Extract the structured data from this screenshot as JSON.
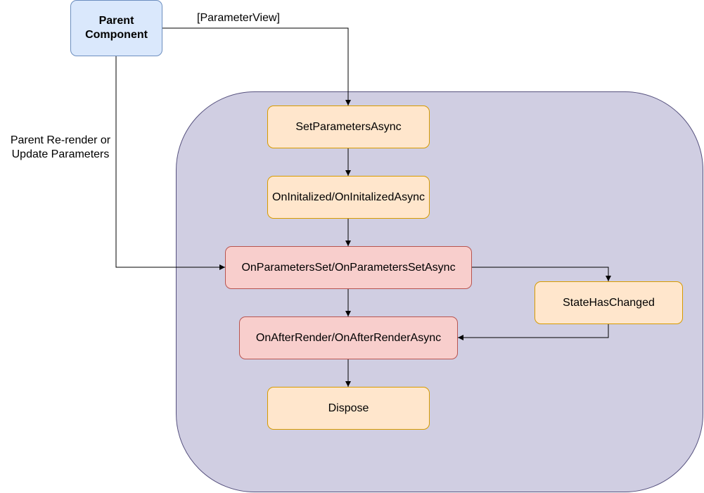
{
  "nodes": {
    "parent_component": "Parent\nComponent",
    "set_parameters": "SetParametersAsync",
    "on_initialized": "OnInitalized/OnInitalizedAsync",
    "on_parameters_set": "OnParametersSet/OnParametersSetAsync",
    "state_has_changed": "StateHasChanged",
    "on_after_render": "OnAfterRender/OnAfterRenderAsync",
    "dispose": "Dispose"
  },
  "edge_labels": {
    "parameter_view": "[ParameterView]",
    "parent_rerender": "Parent Re-render or\nUpdate Parameters"
  },
  "colors": {
    "container_fill": "#d0cee2",
    "container_stroke": "#56517e",
    "parent_fill": "#dae8fc",
    "parent_stroke": "#6c8ebf",
    "orange_fill": "#ffe6cc",
    "orange_stroke": "#d79b00",
    "red_fill": "#f8cecc",
    "red_stroke": "#b85450"
  }
}
